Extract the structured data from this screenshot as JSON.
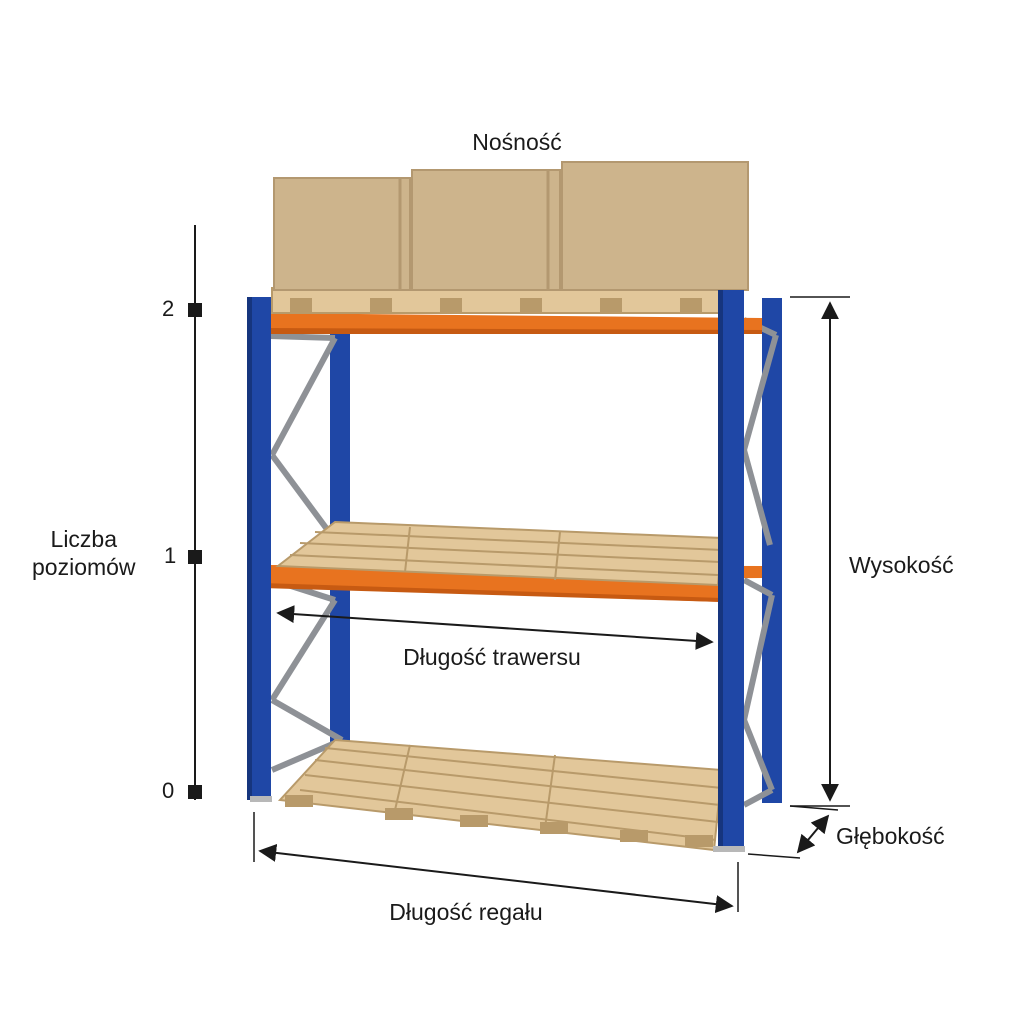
{
  "labels": {
    "capacity": "Nośność",
    "levels_line1": "Liczba",
    "levels_line2": "poziomów",
    "height": "Wysokość",
    "beam_length": "Długość trawersu",
    "depth": "Głębokość",
    "rack_length": "Długość regału"
  },
  "level_ticks": [
    "0",
    "1",
    "2"
  ],
  "colors": {
    "upright": "#1f47a6",
    "upright_dark": "#16357e",
    "beam": "#e8731f",
    "beam_dark": "#c75a12",
    "brace": "#8e9196",
    "pallet": "#e2c79a",
    "pallet_dark": "#b89a6a",
    "box": "#cdb48c",
    "box_dark": "#b39870",
    "dimension_line": "#1a1a1a"
  },
  "icons": {
    "level_marker": "square-marker-icon",
    "dimension_arrow": "double-arrow-icon"
  }
}
